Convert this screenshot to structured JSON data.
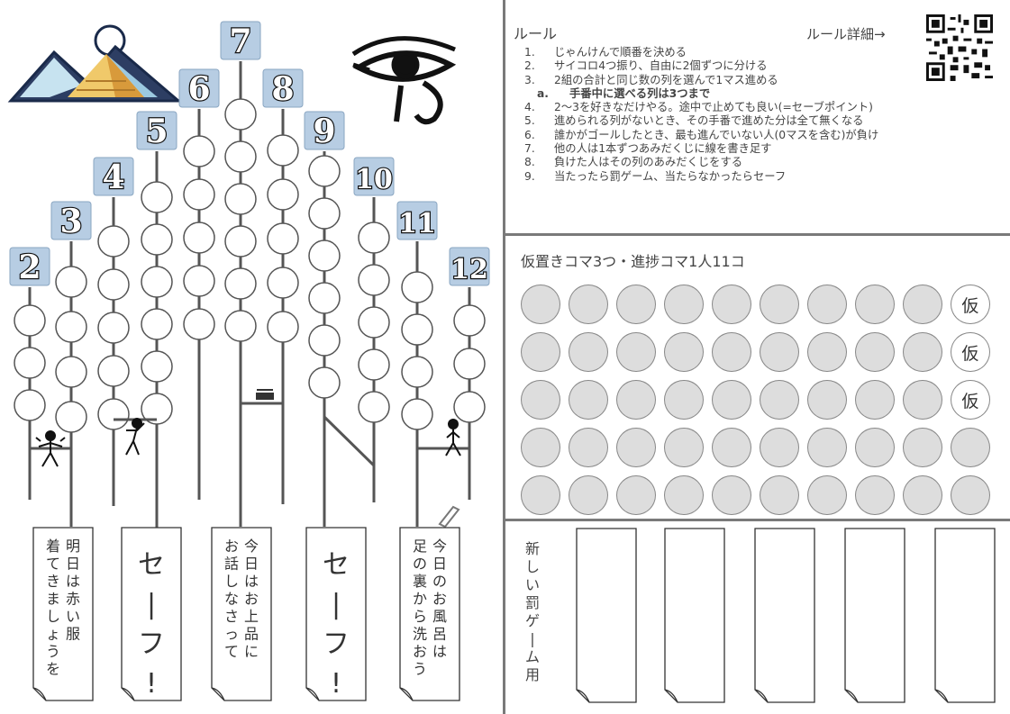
{
  "column_numbers": [
    "2",
    "3",
    "4",
    "5",
    "6",
    "7",
    "8",
    "9",
    "10",
    "11",
    "12"
  ],
  "column_spaces": [
    3,
    4,
    5,
    6,
    5,
    6,
    5,
    6,
    5,
    4,
    3
  ],
  "rules": {
    "title": "ルール",
    "detail_link": "ルール詳細→",
    "items": [
      {
        "num": "1.",
        "text": "じゃんけんで順番を決める"
      },
      {
        "num": "2.",
        "text": "サイコロ4つ振り、自由に2個ずつに分ける"
      },
      {
        "num": "3.",
        "text": "2組の合計と同じ数の列を選んで1マス進める"
      },
      {
        "num": "a.",
        "text": "手番中に選べる列は3つまで",
        "sub": true
      },
      {
        "num": "4.",
        "text": "2〜3を好きなだけやる。途中で止めても良い(=セーブポイント)"
      },
      {
        "num": "5.",
        "text": "進められる列がないとき、その手番で進めた分は全て無くなる"
      },
      {
        "num": "6.",
        "text": "誰かがゴールしたとき、最も進んでいない人(0マスを含む)が負け"
      },
      {
        "num": "7.",
        "text": "他の人は1本ずつあみだくじに線を書き足す"
      },
      {
        "num": "8.",
        "text": "負けた人はその列のあみだくじをする"
      },
      {
        "num": "9.",
        "text": "当たったら罰ゲーム、当たらなかったらセーフ"
      }
    ]
  },
  "pieces": {
    "title": "仮置きコマ3つ・進捗コマ1人11コ",
    "temp_label": "仮",
    "rows": 5,
    "per_row": 10,
    "temp_rows": 3
  },
  "cards": [
    "着明\nてき日\nは\nまし赤\nしい\nょ服\nうを",
    "セ\nー\nフ\n!",
    "お今\n話日\nしは\nなお\nさ上\nっ品\nてに",
    "セ\nー\nフ\n!",
    "足今\nの日\n裏の\nかお\nら風\n洗呂\nおは\nう"
  ],
  "cards_text": [
    [
      "明日は赤い服",
      "着てきましょうを"
    ],
    [
      "セーフ!"
    ],
    [
      "今日はお上品に",
      "お話しなさって"
    ],
    [
      "セーフ!"
    ],
    [
      "今日のお風呂は",
      "足の裏から洗おう"
    ]
  ],
  "penalty_title": "新しい罰ゲーム用",
  "colors": {
    "tile": "#b7cde3",
    "line": "#555555",
    "divider": "#7a7a7a",
    "piece": "#dddddd"
  },
  "icons": [
    "pyramid-logo",
    "eye-of-horus-icon",
    "qr-code",
    "stick-figure-icon",
    "boat-icon",
    "pen-icon"
  ]
}
